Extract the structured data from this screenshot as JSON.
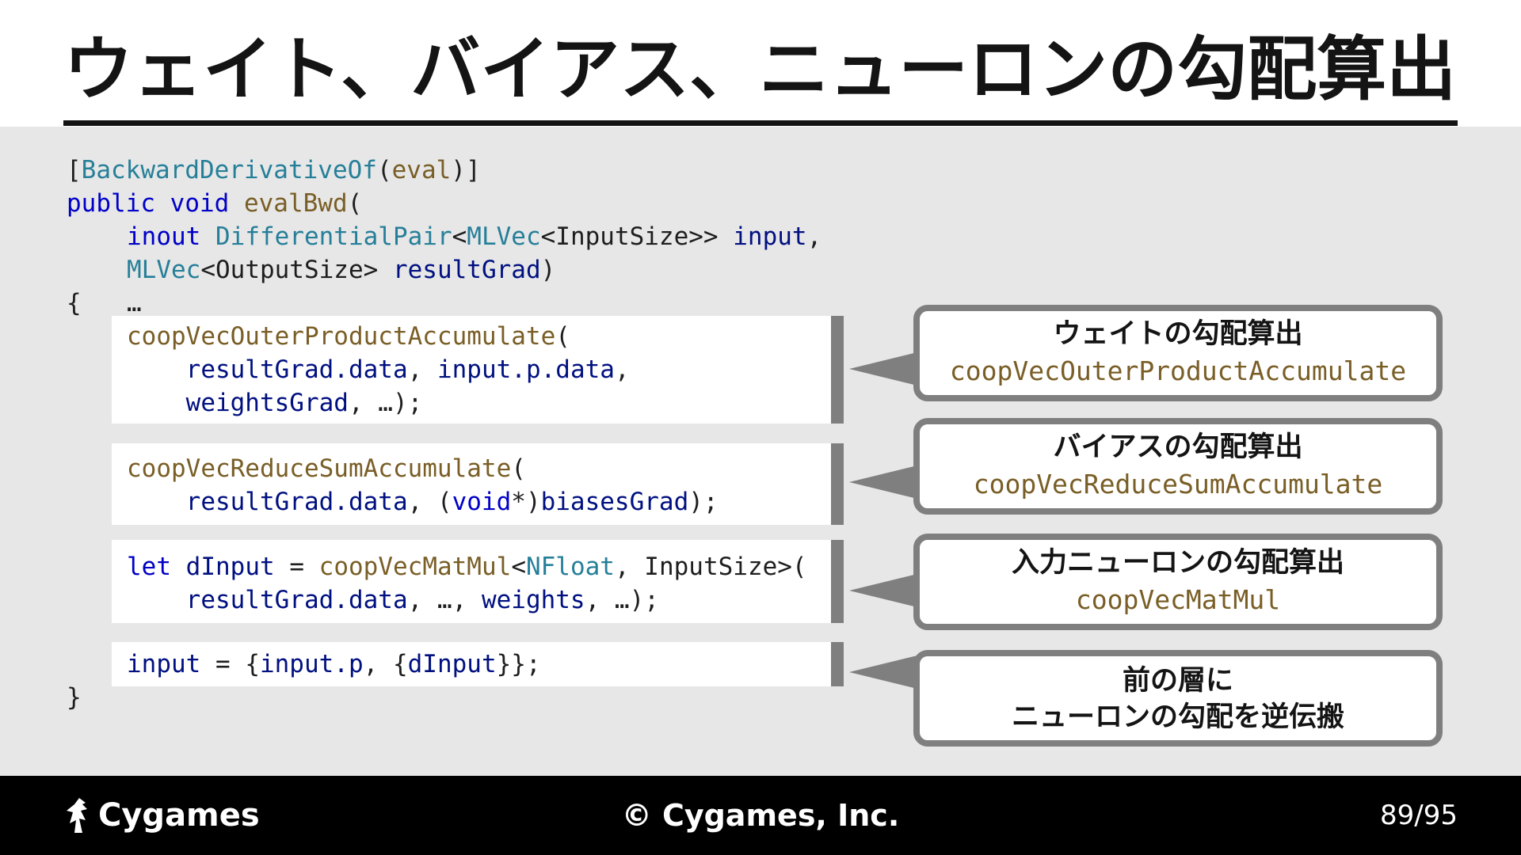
{
  "slide": {
    "title": "ウェイト、バイアス、ニューロンの勾配算出"
  },
  "code": {
    "l1": {
      "open": "[",
      "attr": "BackwardDerivativeOf",
      "p1": "(",
      "arg": "eval",
      "p2": ")]"
    },
    "l2": {
      "kw1": "public",
      "kw2": "void",
      "fn": "evalBwd",
      "p": "("
    },
    "l3": {
      "kw": "inout",
      "type1": "DifferentialPair",
      "lt1": "<",
      "type2": "MLVec",
      "rest": "<InputSize>>",
      "var": "input",
      "comma": ","
    },
    "l4": {
      "type": "MLVec",
      "rest": "<OutputSize>",
      "var": "resultGrad",
      "p": ")"
    },
    "l5": {
      "brace": "{",
      "ellipsis": "…"
    },
    "b1": {
      "fn": "coopVecOuterProductAccumulate",
      "p": "(",
      "a1": "resultGrad.data",
      "c1": ",",
      "a2": "input.p.data",
      "c2": ",",
      "a3": "weightsGrad",
      "tail": ", …);"
    },
    "b2": {
      "fn": "coopVecReduceSumAccumulate",
      "p": "(",
      "a1": "resultGrad.data",
      "mid": ", (",
      "kw": "void",
      "star": "*)",
      "a2": "biasesGrad",
      "tail": ");"
    },
    "b3": {
      "kw": "let",
      "var": "dInput",
      "eq": "=",
      "fn": "coopVecMatMul",
      "lt": "<",
      "type": "NFloat",
      "rest": ", InputSize>(",
      "a1": "resultGrad.data",
      "mid": ", …, ",
      "a2": "weights",
      "tail": ", …);"
    },
    "b4": {
      "v1": "input",
      "eq": " = {",
      "v2": "input.p",
      "mid": ", {",
      "v3": "dInput",
      "tail": "}};"
    },
    "close": "}"
  },
  "callouts": [
    {
      "head": "ウェイトの勾配算出",
      "sub": "coopVecOuterProductAccumulate"
    },
    {
      "head": "バイアスの勾配算出",
      "sub": "coopVecReduceSumAccumulate"
    },
    {
      "head": "入力ニューロンの勾配算出",
      "sub": "coopVecMatMul"
    },
    {
      "head1": "前の層に",
      "head2": "ニューロンの勾配を逆伝搬"
    }
  ],
  "footer": {
    "logo": "Cygames",
    "copyright": "© Cygames, Inc.",
    "page": "89/95"
  },
  "colors": {
    "type": "#267f99",
    "keyword": "#0000c8",
    "function": "#795e26",
    "variable": "#001080",
    "panel": "#e7e7e7",
    "border": "#7f7f7f",
    "footer": "#000000"
  }
}
